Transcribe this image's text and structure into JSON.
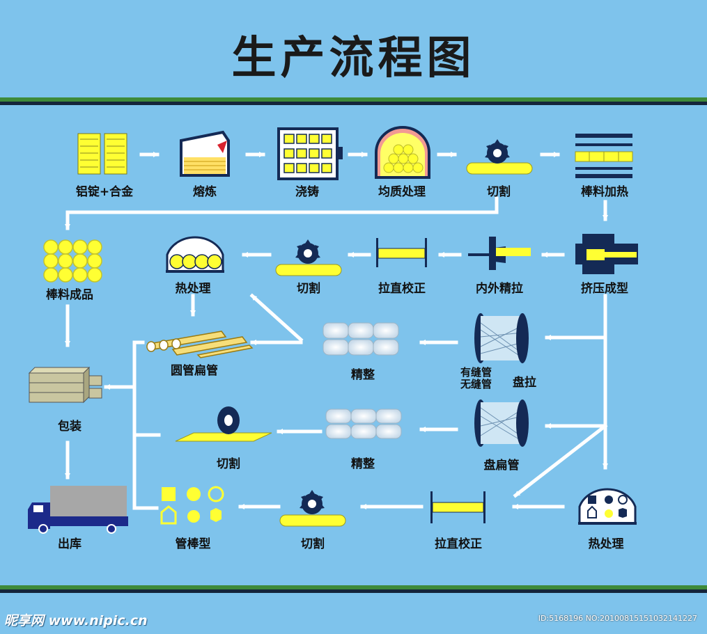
{
  "title": "生产流程图",
  "steps": {
    "ingot_alloy": "铝锭+合金",
    "smelting": "熔炼",
    "casting": "浇铸",
    "homogenizing": "均质处理",
    "cutting": "切割",
    "billet_heating": "棒料加热",
    "bar_product": "棒料成品",
    "heat_treatment": "热处理",
    "straightening": "拉直校正",
    "drawing": "内外精拉",
    "extrusion": "挤压成型",
    "tubes": "圆管扁管",
    "finishing": "精整",
    "seamed_tube": "有缝管",
    "seamless_tube": "无缝管",
    "coil_drawing": "盘拉",
    "packaging": "包装",
    "flat_coil": "盘扁管",
    "shipping": "出库",
    "profiles": "管棒型"
  },
  "colors": {
    "background": "#7ec3ec",
    "material": "#ffff33",
    "machine": "#142a55",
    "arrow": "#ffffff",
    "divider_green": "#3e8a3a"
  },
  "watermark": {
    "left": "昵享网 www.nipic.cn",
    "right": "ID:5168196 NO:20100815151032141227"
  }
}
